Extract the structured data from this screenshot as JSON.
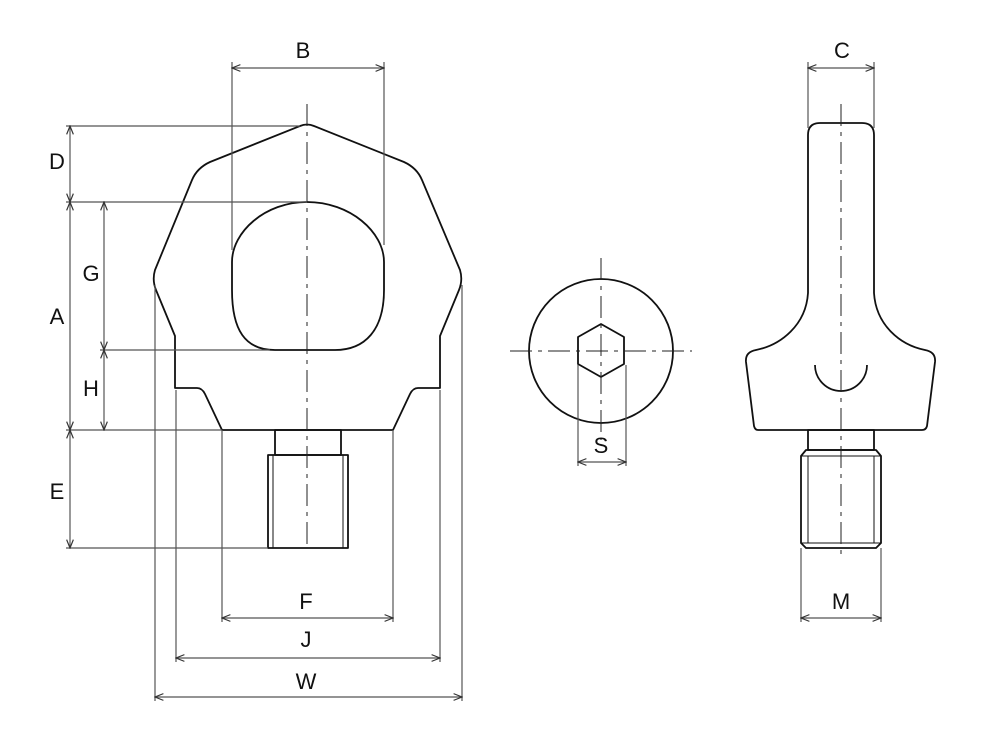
{
  "labels": {
    "B": "B",
    "C": "C",
    "D": "D",
    "A": "A",
    "G": "G",
    "H": "H",
    "E": "E",
    "F": "F",
    "J": "J",
    "W": "W",
    "S": "S",
    "M": "M"
  }
}
